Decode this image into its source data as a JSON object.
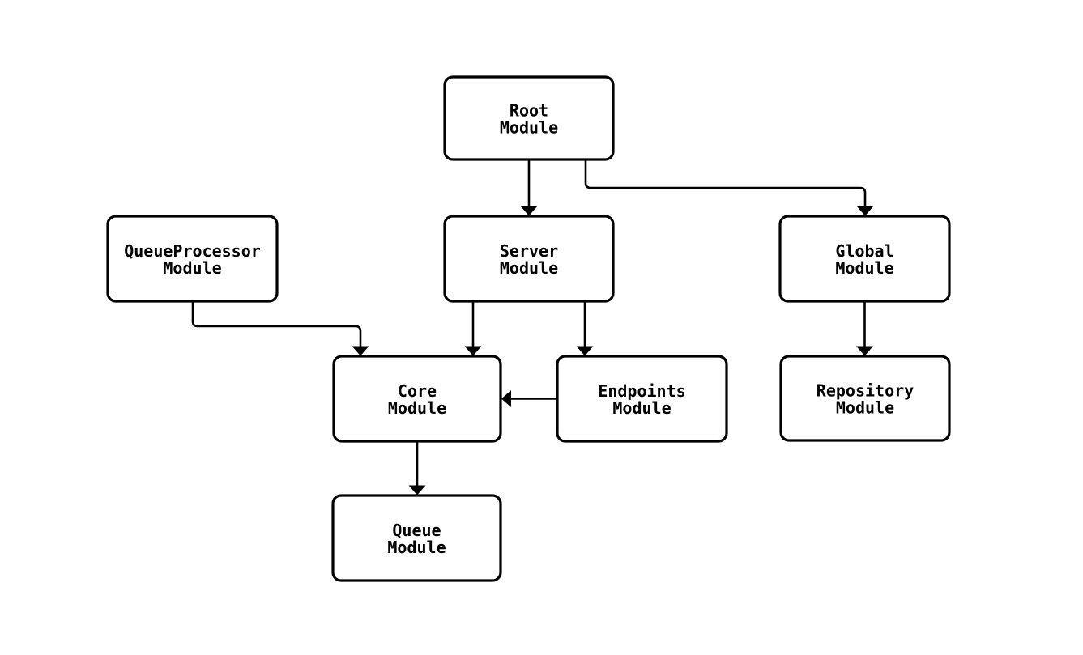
{
  "diagram": {
    "type": "module-dependency-graph",
    "background_color": "#ffffff",
    "stroke_color": "#000000",
    "node_fill_color": "#ffffff",
    "text_color": "#000000",
    "nodes": {
      "root": {
        "line1": "Root",
        "line2": "Module"
      },
      "queueProcessor": {
        "line1": "QueueProcessor",
        "line2": "Module"
      },
      "server": {
        "line1": "Server",
        "line2": "Module"
      },
      "global": {
        "line1": "Global",
        "line2": "Module"
      },
      "core": {
        "line1": "Core",
        "line2": "Module"
      },
      "endpoints": {
        "line1": "Endpoints",
        "line2": "Module"
      },
      "repository": {
        "line1": "Repository",
        "line2": "Module"
      },
      "queue": {
        "line1": "Queue",
        "line2": "Module"
      }
    },
    "edges": [
      {
        "from": "Root Module",
        "to": "Server Module"
      },
      {
        "from": "Root Module",
        "to": "Global Module"
      },
      {
        "from": "QueueProcessor Module",
        "to": "Core Module"
      },
      {
        "from": "Server Module",
        "to": "Core Module"
      },
      {
        "from": "Server Module",
        "to": "Endpoints Module"
      },
      {
        "from": "Endpoints Module",
        "to": "Core Module"
      },
      {
        "from": "Global Module",
        "to": "Repository Module"
      },
      {
        "from": "Core Module",
        "to": "Queue Module"
      }
    ]
  }
}
